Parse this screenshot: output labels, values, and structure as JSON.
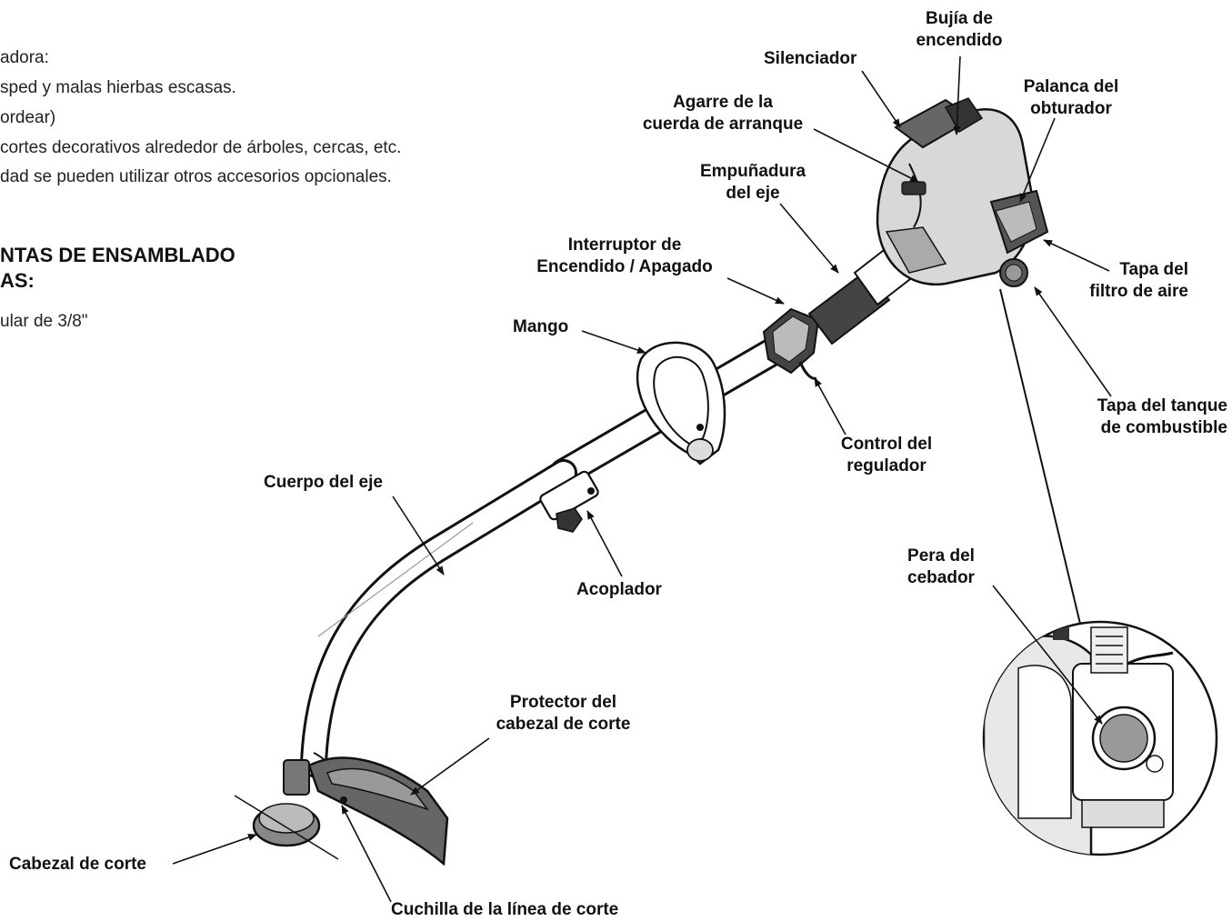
{
  "intro": {
    "lines": [
      "adora:",
      "sped y malas hierbas escasas.",
      "ordear)",
      "cortes decorativos alrededor de árboles, cercas, etc.",
      "dad se pueden utilizar otros accesorios opcionales."
    ]
  },
  "assembly": {
    "heading_line1": "NTAS DE ENSAMBLADO",
    "heading_line2": "AS:",
    "tool": "ular de 3/8\""
  },
  "labels": {
    "spark_plug": [
      "Bujía de",
      "encendido"
    ],
    "muffler": "Silenciador",
    "choke_lever": [
      "Palanca del",
      "obturador"
    ],
    "starter_grip": [
      "Agarre de la",
      "cuerda de arranque"
    ],
    "shaft_grip": [
      "Empuñadura",
      "del eje"
    ],
    "on_off_switch": [
      "Interruptor de",
      "Encendido / Apagado"
    ],
    "air_filter_cover": [
      "Tapa del",
      "filtro de aire"
    ],
    "handle": "Mango",
    "fuel_tank_cap": [
      "Tapa del tanque",
      "de combustible"
    ],
    "throttle_control": [
      "Control del",
      "regulador"
    ],
    "shaft_body": "Cuerpo del eje",
    "coupler": "Acoplador",
    "primer_bulb": [
      "Pera del",
      "cebador"
    ],
    "cutting_head_guard": [
      "Protector del",
      "cabezal de corte"
    ],
    "cutting_head": "Cabezal de corte",
    "line_cutter_blade": "Cuchilla de la línea de corte"
  }
}
